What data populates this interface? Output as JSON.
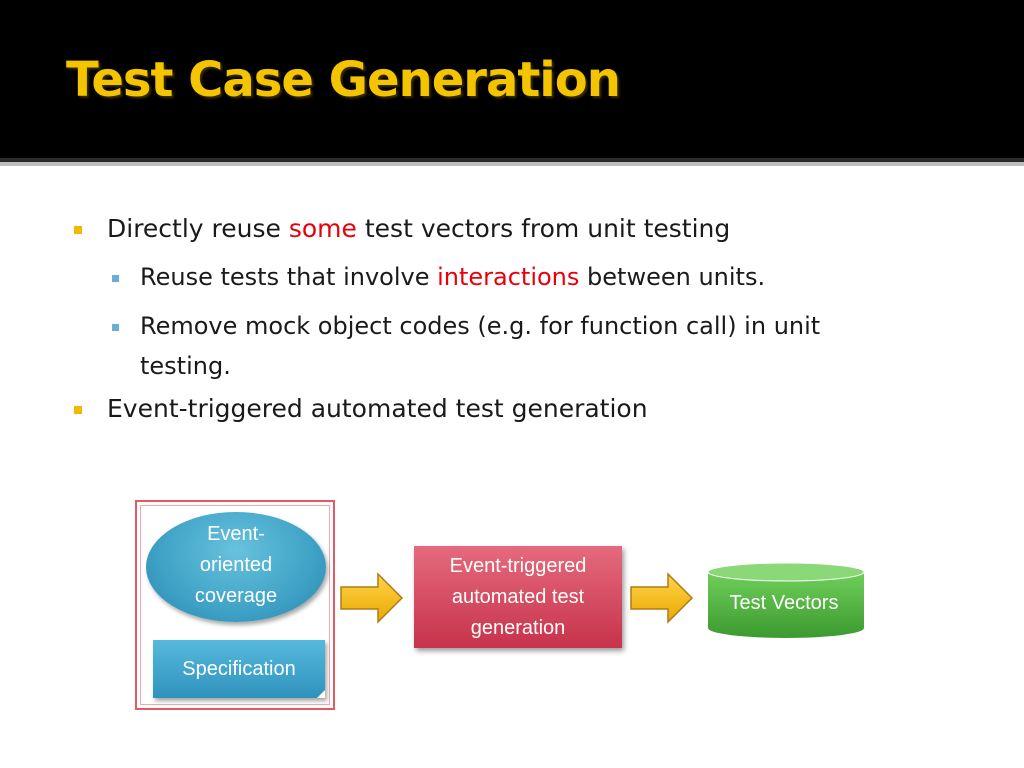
{
  "slide": {
    "title": "Test Case Generation",
    "accent_color": "#f5c400"
  },
  "bullets": [
    {
      "level": 1,
      "text_before": "Directly reuse ",
      "highlight": "some",
      "text_after": " test vectors from unit testing"
    },
    {
      "level": 2,
      "text_before": "Reuse tests that involve ",
      "highlight": "interactions",
      "text_after": " between units."
    },
    {
      "level": 2,
      "line1": "Remove mock object codes (e.g. for function call) in unit",
      "line2": "testing."
    },
    {
      "level": 1,
      "text": "Event-triggered automated test generation"
    }
  ],
  "diagram": {
    "coverage_label": "Event-\noriented\ncoverage",
    "specification_label": "Specification",
    "process_label": "Event-triggered\nautomated test\ngeneration",
    "output_label": "Test Vectors",
    "colors": {
      "blue": "#3fa2c6",
      "red": "#d64a5f",
      "green": "#4caf3e",
      "arrow": "#f5b800"
    }
  }
}
